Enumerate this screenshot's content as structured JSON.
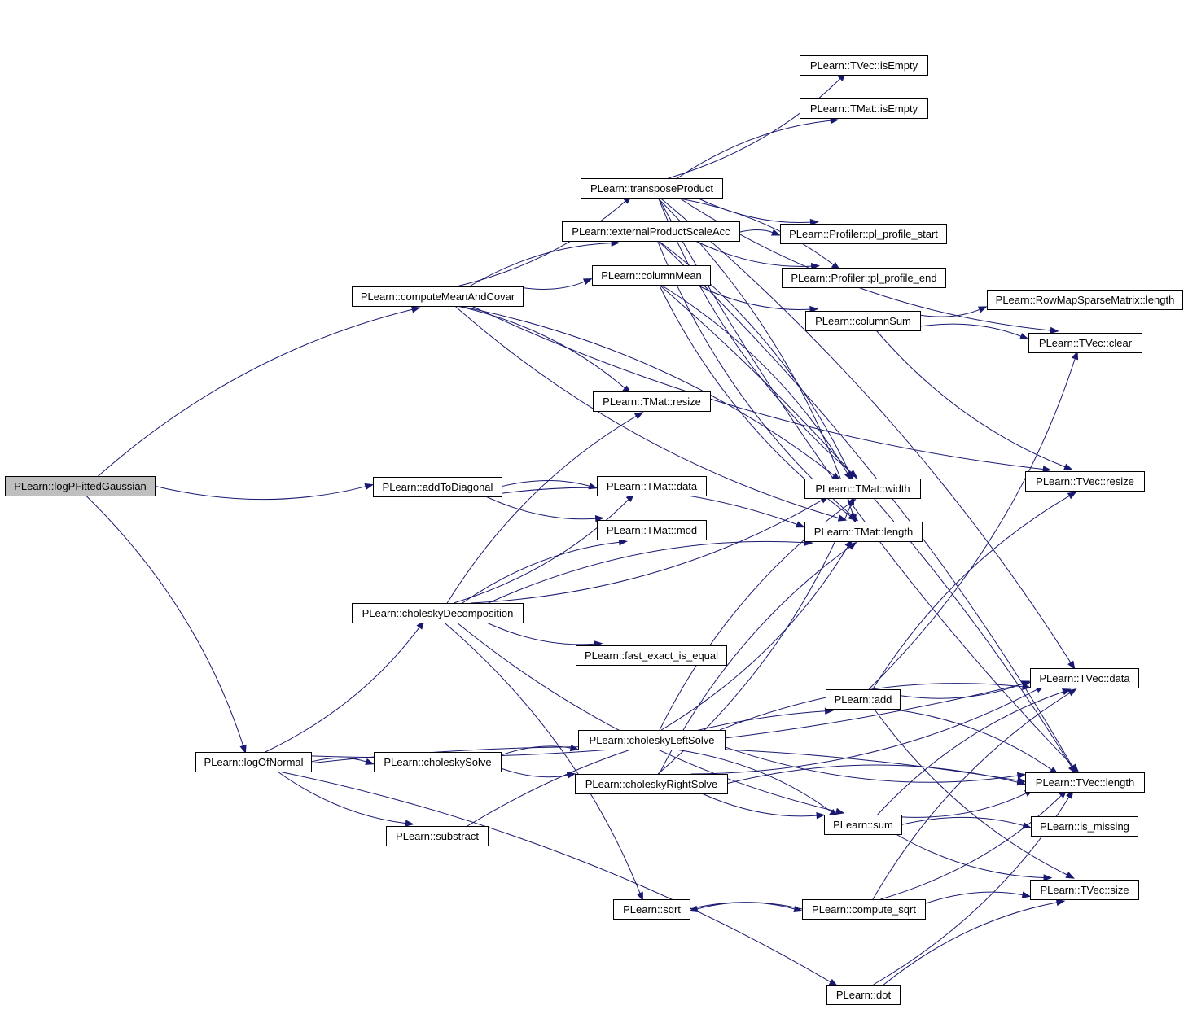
{
  "nodes": [
    {
      "id": "logPFittedGaussian",
      "label": "PLearn::logPFittedGaussian",
      "root": true
    },
    {
      "id": "computeMeanAndCovar",
      "label": "PLearn::computeMeanAndCovar"
    },
    {
      "id": "addToDiagonal",
      "label": "PLearn::addToDiagonal"
    },
    {
      "id": "logOfNormal",
      "label": "PLearn::logOfNormal"
    },
    {
      "id": "transposeProduct",
      "label": "PLearn::transposeProduct"
    },
    {
      "id": "externalProductScaleAcc",
      "label": "PLearn::externalProductScaleAcc"
    },
    {
      "id": "columnMean",
      "label": "PLearn::columnMean"
    },
    {
      "id": "tmatResize",
      "label": "PLearn::TMat::resize"
    },
    {
      "id": "tmatData",
      "label": "PLearn::TMat::data"
    },
    {
      "id": "tmatMod",
      "label": "PLearn::TMat::mod"
    },
    {
      "id": "choleskyDecomposition",
      "label": "PLearn::choleskyDecomposition"
    },
    {
      "id": "fastExactIsEqual",
      "label": "PLearn::fast_exact_is_equal"
    },
    {
      "id": "choleskySolve",
      "label": "PLearn::choleskySolve"
    },
    {
      "id": "choleskyLeftSolve",
      "label": "PLearn::choleskyLeftSolve"
    },
    {
      "id": "choleskyRightSolve",
      "label": "PLearn::choleskyRightSolve"
    },
    {
      "id": "substract",
      "label": "PLearn::substract"
    },
    {
      "id": "sqrt",
      "label": "PLearn::sqrt"
    },
    {
      "id": "tvecIsEmpty",
      "label": "PLearn::TVec::isEmpty"
    },
    {
      "id": "tmatIsEmpty",
      "label": "PLearn::TMat::isEmpty"
    },
    {
      "id": "plProfileStart",
      "label": "PLearn::Profiler::pl_profile_start"
    },
    {
      "id": "plProfileEnd",
      "label": "PLearn::Profiler::pl_profile_end"
    },
    {
      "id": "columnSum",
      "label": "PLearn::columnSum"
    },
    {
      "id": "tmatWidth",
      "label": "PLearn::TMat::width"
    },
    {
      "id": "tmatLength",
      "label": "PLearn::TMat::length"
    },
    {
      "id": "add",
      "label": "PLearn::add"
    },
    {
      "id": "sum",
      "label": "PLearn::sum"
    },
    {
      "id": "computeSqrt",
      "label": "PLearn::compute_sqrt"
    },
    {
      "id": "dot",
      "label": "PLearn::dot"
    },
    {
      "id": "rowMapSparseMatrixLength",
      "label": "PLearn::RowMapSparseMatrix::length"
    },
    {
      "id": "tvecClear",
      "label": "PLearn::TVec::clear"
    },
    {
      "id": "tvecResize",
      "label": "PLearn::TVec::resize"
    },
    {
      "id": "tvecData",
      "label": "PLearn::TVec::data"
    },
    {
      "id": "tvecLength",
      "label": "PLearn::TVec::length"
    },
    {
      "id": "isMissing",
      "label": "PLearn::is_missing"
    },
    {
      "id": "tvecSize",
      "label": "PLearn::TVec::size"
    }
  ],
  "edges": [
    [
      "logPFittedGaussian",
      "computeMeanAndCovar"
    ],
    [
      "logPFittedGaussian",
      "addToDiagonal"
    ],
    [
      "logPFittedGaussian",
      "logOfNormal"
    ],
    [
      "computeMeanAndCovar",
      "transposeProduct"
    ],
    [
      "computeMeanAndCovar",
      "externalProductScaleAcc"
    ],
    [
      "computeMeanAndCovar",
      "columnMean"
    ],
    [
      "computeMeanAndCovar",
      "tmatResize"
    ],
    [
      "computeMeanAndCovar",
      "tmatLength"
    ],
    [
      "computeMeanAndCovar",
      "tmatWidth"
    ],
    [
      "computeMeanAndCovar",
      "tvecResize"
    ],
    [
      "addToDiagonal",
      "tmatData"
    ],
    [
      "addToDiagonal",
      "tmatMod"
    ],
    [
      "addToDiagonal",
      "tmatLength"
    ],
    [
      "logOfNormal",
      "choleskyDecomposition"
    ],
    [
      "logOfNormal",
      "choleskySolve"
    ],
    [
      "logOfNormal",
      "substract"
    ],
    [
      "logOfNormal",
      "dot"
    ],
    [
      "logOfNormal",
      "tvecData"
    ],
    [
      "logOfNormal",
      "tvecLength"
    ],
    [
      "transposeProduct",
      "tvecIsEmpty"
    ],
    [
      "transposeProduct",
      "tmatIsEmpty"
    ],
    [
      "transposeProduct",
      "plProfileStart"
    ],
    [
      "transposeProduct",
      "plProfileEnd"
    ],
    [
      "transposeProduct",
      "tmatWidth"
    ],
    [
      "transposeProduct",
      "tmatLength"
    ],
    [
      "transposeProduct",
      "tvecClear"
    ],
    [
      "transposeProduct",
      "tvecData"
    ],
    [
      "transposeProduct",
      "tvecLength"
    ],
    [
      "externalProductScaleAcc",
      "plProfileStart"
    ],
    [
      "externalProductScaleAcc",
      "plProfileEnd"
    ],
    [
      "externalProductScaleAcc",
      "tmatWidth"
    ],
    [
      "externalProductScaleAcc",
      "tmatLength"
    ],
    [
      "externalProductScaleAcc",
      "tvecLength"
    ],
    [
      "columnMean",
      "columnSum"
    ],
    [
      "columnMean",
      "tmatWidth"
    ],
    [
      "columnMean",
      "tmatLength"
    ],
    [
      "columnMean",
      "tvecLength"
    ],
    [
      "columnSum",
      "rowMapSparseMatrixLength"
    ],
    [
      "columnSum",
      "tvecClear"
    ],
    [
      "columnSum",
      "tvecResize"
    ],
    [
      "choleskyDecomposition",
      "tmatResize"
    ],
    [
      "choleskyDecomposition",
      "tmatData"
    ],
    [
      "choleskyDecomposition",
      "tmatMod"
    ],
    [
      "choleskyDecomposition",
      "tmatWidth"
    ],
    [
      "choleskyDecomposition",
      "tmatLength"
    ],
    [
      "choleskyDecomposition",
      "fastExactIsEqual"
    ],
    [
      "choleskyDecomposition",
      "sqrt"
    ],
    [
      "choleskyDecomposition",
      "sum"
    ],
    [
      "choleskySolve",
      "choleskyLeftSolve"
    ],
    [
      "choleskySolve",
      "choleskyRightSolve"
    ],
    [
      "choleskyLeftSolve",
      "tmatWidth"
    ],
    [
      "choleskyLeftSolve",
      "tmatLength"
    ],
    [
      "choleskyLeftSolve",
      "tvecData"
    ],
    [
      "choleskyLeftSolve",
      "tvecLength"
    ],
    [
      "choleskyLeftSolve",
      "sum"
    ],
    [
      "choleskyRightSolve",
      "tmatWidth"
    ],
    [
      "choleskyRightSolve",
      "tmatLength"
    ],
    [
      "choleskyRightSolve",
      "tvecData"
    ],
    [
      "choleskyRightSolve",
      "tvecLength"
    ],
    [
      "choleskyRightSolve",
      "sum"
    ],
    [
      "substract",
      "add"
    ],
    [
      "add",
      "tvecClear"
    ],
    [
      "add",
      "tvecResize"
    ],
    [
      "add",
      "tvecData"
    ],
    [
      "add",
      "tvecLength"
    ],
    [
      "add",
      "tvecSize"
    ],
    [
      "sum",
      "tvecData"
    ],
    [
      "sum",
      "tvecLength"
    ],
    [
      "sum",
      "isMissing"
    ],
    [
      "sum",
      "tvecSize"
    ],
    [
      "sqrt",
      "computeSqrt"
    ],
    [
      "computeSqrt",
      "sqrt"
    ],
    [
      "computeSqrt",
      "tvecData"
    ],
    [
      "computeSqrt",
      "tvecLength"
    ],
    [
      "computeSqrt",
      "tvecSize"
    ],
    [
      "dot",
      "tvecLength"
    ],
    [
      "dot",
      "tvecSize"
    ]
  ]
}
